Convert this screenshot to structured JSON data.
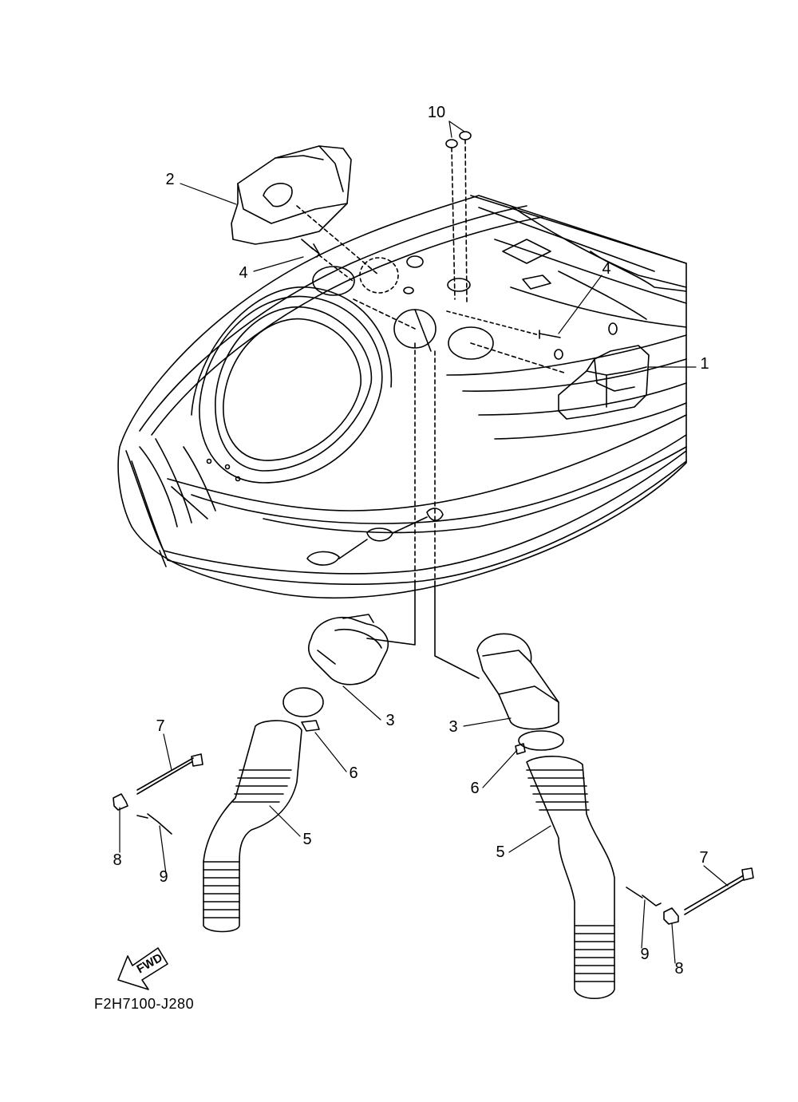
{
  "diagram": {
    "code": "F2H7100-J280",
    "fwd_label": "FWD",
    "callouts": [
      {
        "id": "c10",
        "label": "10"
      },
      {
        "id": "c2",
        "label": "2"
      },
      {
        "id": "c4a",
        "label": "4"
      },
      {
        "id": "c4b",
        "label": "4"
      },
      {
        "id": "c1",
        "label": "1"
      },
      {
        "id": "c3a",
        "label": "3"
      },
      {
        "id": "c3b",
        "label": "3"
      },
      {
        "id": "c6a",
        "label": "6"
      },
      {
        "id": "c6b",
        "label": "6"
      },
      {
        "id": "c5a",
        "label": "5"
      },
      {
        "id": "c5b",
        "label": "5"
      },
      {
        "id": "c7a",
        "label": "7"
      },
      {
        "id": "c7b",
        "label": "7"
      },
      {
        "id": "c8a",
        "label": "8"
      },
      {
        "id": "c8b",
        "label": "8"
      },
      {
        "id": "c9a",
        "label": "9"
      },
      {
        "id": "c9b",
        "label": "9"
      }
    ]
  }
}
